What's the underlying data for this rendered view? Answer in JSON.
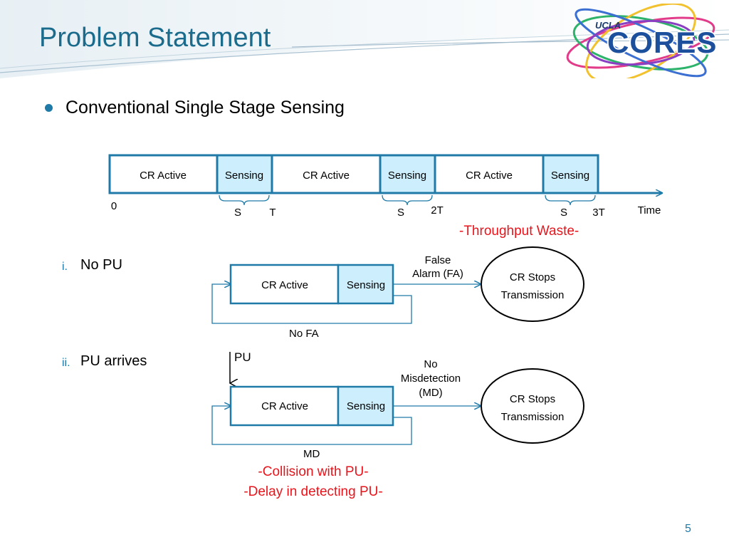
{
  "slide": {
    "title": "Problem Statement",
    "bullet": "Conventional Single Stage Sensing",
    "page_number": "5"
  },
  "logo": {
    "ucla": "UCLA",
    "cores": "CORES"
  },
  "timeline": {
    "segments": [
      "CR Active",
      "Sensing",
      "CR Active",
      "Sensing",
      "CR Active",
      "Sensing"
    ],
    "zero_label": "0",
    "s_labels": [
      "S",
      "S",
      "S"
    ],
    "t_labels": [
      "T",
      "2T",
      "3T"
    ],
    "time_label": "Time",
    "note": "-Throughput Waste-"
  },
  "case_no_pu": {
    "number": "i.",
    "label": "No PU",
    "active_label": "CR Active",
    "sensing_label": "Sensing",
    "transition_label": "False\nAlarm (FA)",
    "loop_label": "No FA",
    "outcome": "CR Stops\nTransmission"
  },
  "case_pu_arrives": {
    "number": "ii.",
    "label": "PU arrives",
    "pu_label": "PU",
    "active_label": "CR Active",
    "sensing_label": "Sensing",
    "transition_label": "No\nMisdetection\n(MD)",
    "loop_label": "MD",
    "outcome": "CR Stops\nTransmission",
    "notes": [
      "-Collision with PU-",
      "-Delay in detecting PU-"
    ]
  },
  "colors": {
    "title": "#1b6b8c",
    "accent": "#1f7aa8",
    "box_border": "#1f7aa8",
    "sensing_fill": "#cdeffd",
    "red_note": "#e8141b"
  }
}
